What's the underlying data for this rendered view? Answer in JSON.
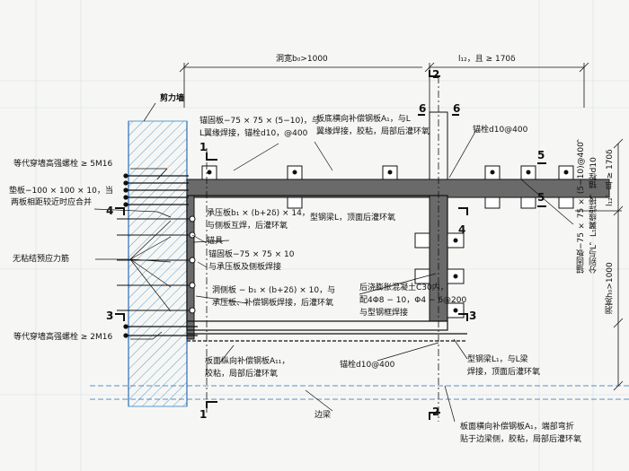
{
  "dimensions": {
    "top_width": "洞宽b₀>1000",
    "top_anchor_len": "l₁₂，且 ≥ 170δ",
    "right_anchor_len": "l₁₂，且 ≥ 170δ",
    "right_width": "洞宽h₀>1000"
  },
  "labels": {
    "shear_wall": "剪力墙",
    "bolt_top": "等代穿墙高强螺栓 ≥ 5M16",
    "pad_line1": "垫板−100 × 100 × 10，当",
    "pad_line2": "两板相距较近时应合并",
    "anchor_fixture": "锚具",
    "unbonded_tendon": "无粘结预应力筋",
    "bolt_bottom": "等代穿墙高强螺栓 ≥ 2M16",
    "anchor_plate_top_line1": "锚固板−75 × 75 × (5−10)，与",
    "anchor_plate_top_line2": "L翼缘焊接，锚栓d10，@400",
    "bottom_plate_line1": "板底横向补偿钢板A₁，与L",
    "bottom_plate_line2": "翼缘焊接，胶粘，局部后灌环氧",
    "anchor_bolt_right": "锚栓d10@400",
    "bearing_plate_line1": "承压板b₁ × (b+2δ) × 14，",
    "bearing_plate_line2": "与侧板互焊，后灌环氧",
    "steel_beam_L": "型钢梁L，顶面后灌环氧",
    "anchor_plate_mid_line1": "锚固板−75 × 75 × 10",
    "anchor_plate_mid_line2": "与承压板及侧板焊接",
    "hole_side_line1": "洞侧板 − b₁ × (b+2δ) × 10，与",
    "hole_side_line2": "承压板、补偿钢板焊接，后灌环氧",
    "concrete_line1": "后浇膨胀混凝土C30内，",
    "concrete_line2": "配4Φ8 − 10，Φ4 − 6@200",
    "concrete_line3": "与型钢框焊接",
    "long_plate_line1": "板面纵向补偿钢板A₁₁，",
    "long_plate_line2": "胶粘，局部后灌环氧",
    "anchor_bolt_bottom": "锚栓d10@400",
    "steel_beam_L1_line1": "型钢梁L₁，与L梁",
    "steel_beam_L1_line2": "焊接，顶面后灌环氧",
    "edge_beam": "边梁",
    "transverse_plate_line1": "板面横向补偿钢板A₁，端部弯折",
    "transverse_plate_line2": "贴于边梁侧，胶粘，局部后灌环氧",
    "right_anchor_line1": "锚固板−75 × 75 × (5−10)@400，",
    "right_anchor_line2": "分别与L，L₁翼缘焊接，锚栓d10"
  },
  "sections": {
    "s1_top": "1",
    "s1_bottom": "1",
    "s2_top": "2",
    "s2_bottom": "2",
    "s3_left": "3",
    "s3_right": "3",
    "s4_left": "4",
    "s4_right": "4",
    "s5_top": "5",
    "s5_bottom": "5",
    "s6_left": "6",
    "s6_right": "6"
  }
}
